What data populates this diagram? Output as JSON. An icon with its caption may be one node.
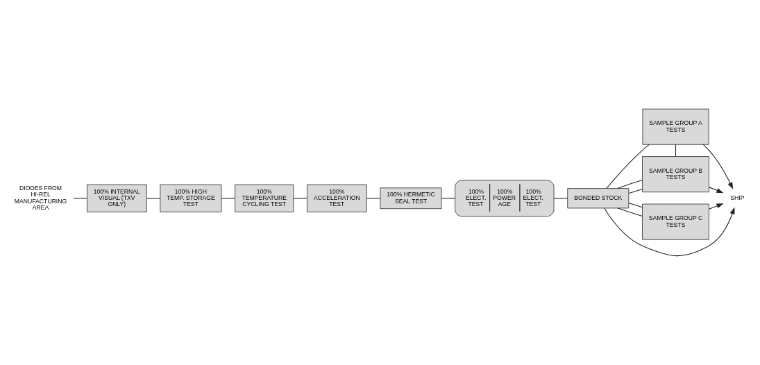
{
  "diagram": {
    "nodes": [
      {
        "text": [
          "DIODES FROM HI-REL MANUFACTURING AREA"
        ]
      },
      {
        "text": [
          "100% INTERNAL VISUAL (TXV ONLY)"
        ]
      },
      {
        "text": [
          "100% HIGH TEMP. STORAGE TEST"
        ]
      },
      {
        "text": [
          "100% TEMPERATURE CYCLING TEST"
        ]
      },
      {
        "text": [
          "100% ACCELERATION TEST"
        ]
      },
      {
        "text": [
          "100% HERMETIC SEAL TEST"
        ]
      },
      {
        "text": [
          "100% ELECT. TEST",
          "100% POWER AGE",
          "100% ELECT. TEST"
        ]
      },
      {
        "text": [
          "BONDED STOCK"
        ]
      },
      {
        "text": [
          "SAMPLE GROUP A TESTS"
        ]
      },
      {
        "text": [
          "SAMPLE GROUP B TESTS"
        ]
      },
      {
        "text": [
          "SAMPLE GROUP C TESTS"
        ]
      },
      {
        "text": [
          "SHIP"
        ]
      }
    ],
    "edges": [
      {
        "from": 0,
        "to": 1,
        "arrow": "none"
      },
      {
        "from": 1,
        "to": 2,
        "arrow": "none"
      },
      {
        "from": 2,
        "to": 3,
        "arrow": "none"
      },
      {
        "from": 3,
        "to": 4,
        "arrow": "none"
      },
      {
        "from": 4,
        "to": 5,
        "arrow": "none"
      },
      {
        "from": 5,
        "to": 6,
        "arrow": "none"
      },
      {
        "from": 6,
        "to": 7,
        "arrow": "none"
      },
      {
        "from": 7,
        "to": 8,
        "arrow": "none"
      },
      {
        "from": 7,
        "to": 9,
        "arrow": "none"
      },
      {
        "from": 7,
        "to": 9,
        "arrow": "none"
      },
      {
        "from": 7,
        "to": 10,
        "arrow": "none"
      },
      {
        "from": 7,
        "to": 10,
        "arrow": "none"
      },
      {
        "from": 8,
        "to": 9,
        "arrow": "none"
      },
      {
        "from": 7,
        "to": 11,
        "arrow": "to"
      },
      {
        "from": 8,
        "to": 11,
        "arrow": "to"
      },
      {
        "from": 9,
        "to": 11,
        "arrow": "to"
      },
      {
        "from": 10,
        "to": 11,
        "arrow": "to"
      }
    ]
  }
}
